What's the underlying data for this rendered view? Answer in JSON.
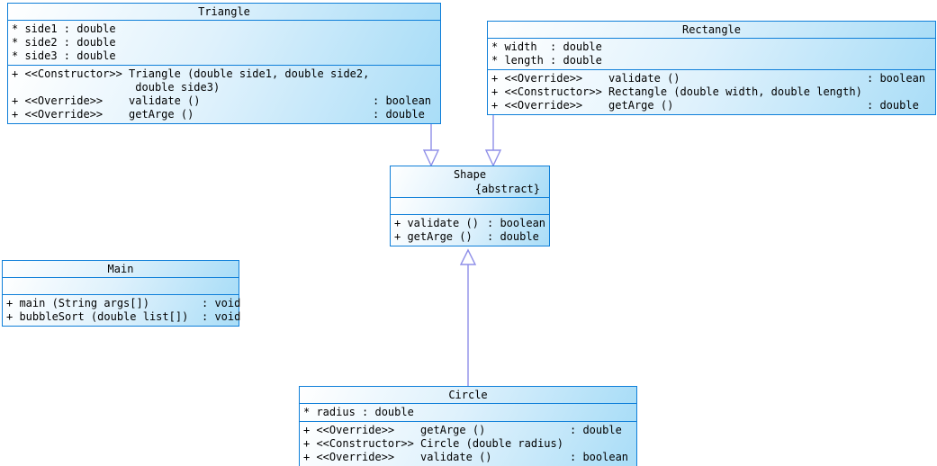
{
  "diagram_title": "UML class diagram",
  "colors": {
    "box_border": "#0f7fd9",
    "box_fill_light": "#ffffff",
    "box_fill_dark": "#a9ddf7",
    "connector": "#8f8fe8",
    "text": "#000000",
    "background": "#ffffff"
  },
  "classes": [
    {
      "name": "Triangle",
      "modifier": "",
      "attributes": [
        "* side1 : double",
        "* side2 : double",
        "* side3 : double"
      ],
      "methods": [
        {
          "sig": "+ <<Constructor>> Triangle (double side1, double side2,",
          "ret": ""
        },
        {
          "sig": "                   double side3)",
          "ret": ""
        },
        {
          "sig": "+ <<Override>>    validate ()",
          "ret": ": boolean"
        },
        {
          "sig": "+ <<Override>>    getArge ()",
          "ret": ": double"
        }
      ]
    },
    {
      "name": "Rectangle",
      "modifier": "",
      "attributes": [
        "* width  : double",
        "* length : double"
      ],
      "methods": [
        {
          "sig": "+ <<Override>>    validate ()",
          "ret": ": boolean"
        },
        {
          "sig": "+ <<Constructor>> Rectangle (double width, double length)",
          "ret": ""
        },
        {
          "sig": "+ <<Override>>    getArge ()",
          "ret": ": double"
        }
      ]
    },
    {
      "name": "Shape",
      "modifier": "{abstract}",
      "attributes": [],
      "methods": [
        {
          "sig": "+ validate ()",
          "ret": ": boolean"
        },
        {
          "sig": "+ getArge ()",
          "ret": ": double"
        }
      ]
    },
    {
      "name": "Main",
      "modifier": "",
      "attributes": [],
      "methods": [
        {
          "sig": "+ main (String args[])",
          "ret": ": void"
        },
        {
          "sig": "+ bubbleSort (double list[])",
          "ret": ": void"
        }
      ]
    },
    {
      "name": "Circle",
      "modifier": "",
      "attributes": [
        "* radius : double"
      ],
      "methods": [
        {
          "sig": "+ <<Override>>    getArge ()",
          "ret": ": double"
        },
        {
          "sig": "+ <<Constructor>> Circle (double radius)",
          "ret": ""
        },
        {
          "sig": "+ <<Override>>    validate ()",
          "ret": ": boolean"
        }
      ]
    }
  ],
  "relationships": [
    {
      "from": "Triangle",
      "to": "Shape",
      "type": "generalization"
    },
    {
      "from": "Rectangle",
      "to": "Shape",
      "type": "generalization"
    },
    {
      "from": "Circle",
      "to": "Shape",
      "type": "generalization"
    }
  ]
}
